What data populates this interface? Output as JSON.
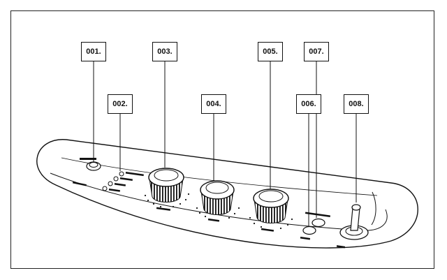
{
  "diagram": {
    "callouts": [
      "001.",
      "002.",
      "003.",
      "004.",
      "005.",
      "006.",
      "007.",
      "008."
    ],
    "colors": {
      "line": "#111111",
      "panel": "#ffffff",
      "background": "#ffffff"
    }
  }
}
